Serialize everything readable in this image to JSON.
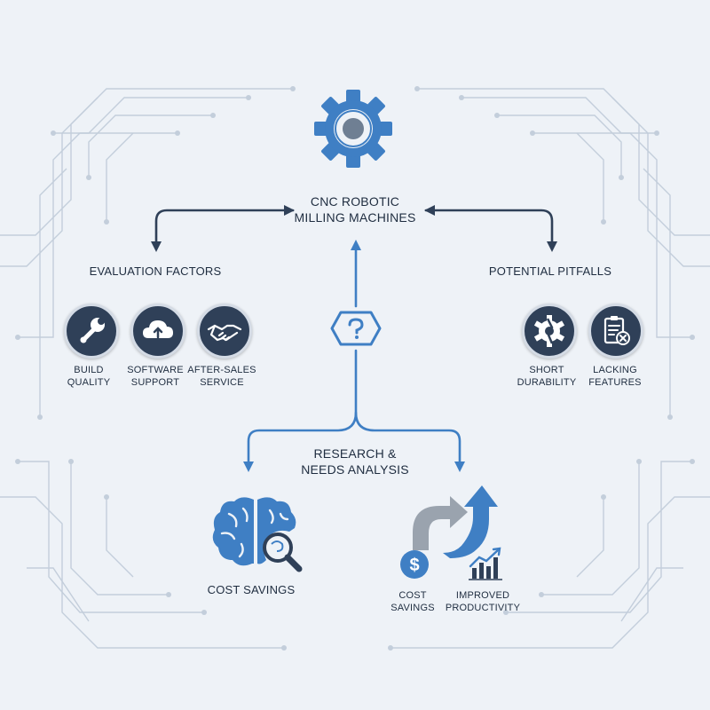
{
  "title": {
    "line1": "CNC ROBOTIC",
    "line2": "MILLING MACHINES"
  },
  "left_branch": {
    "heading": "EVALUATION FACTORS",
    "items": [
      {
        "icon": "wrench-icon",
        "line1": "BUILD",
        "line2": "QUALITY"
      },
      {
        "icon": "cloud-upload-icon",
        "line1": "SOFTWARE",
        "line2": "SUPPORT"
      },
      {
        "icon": "handshake-icon",
        "line1": "AFTER-SALES",
        "line2": "SERVICE"
      }
    ]
  },
  "right_branch": {
    "heading": "POTENTIAL PITFALLS",
    "items": [
      {
        "icon": "broken-gear-icon",
        "line1": "SHORT",
        "line2": "DURABILITY"
      },
      {
        "icon": "checklist-x-icon",
        "line1": "LACKING",
        "line2": "FEATURES"
      }
    ]
  },
  "center": {
    "icon": "question-hexagon-icon",
    "line1": "RESEARCH &",
    "line2": "NEEDS ANALYSIS"
  },
  "bottom_left": {
    "icon": "brain-magnifier-icon",
    "label": "COST SAVINGS"
  },
  "bottom_right": {
    "icon": "growth-arrow-icon",
    "items": [
      {
        "icon": "dollar-coin-icon",
        "line1": "COST",
        "line2": "SAVINGS"
      },
      {
        "icon": "bar-chart-icon",
        "line1": "IMPROVED",
        "line2": "PRODUCTIVITY"
      }
    ]
  },
  "colors": {
    "accent": "#3f7fc4",
    "dark": "#2f4058",
    "navy": "#1f2d40",
    "circuit": "#c3cedb"
  }
}
